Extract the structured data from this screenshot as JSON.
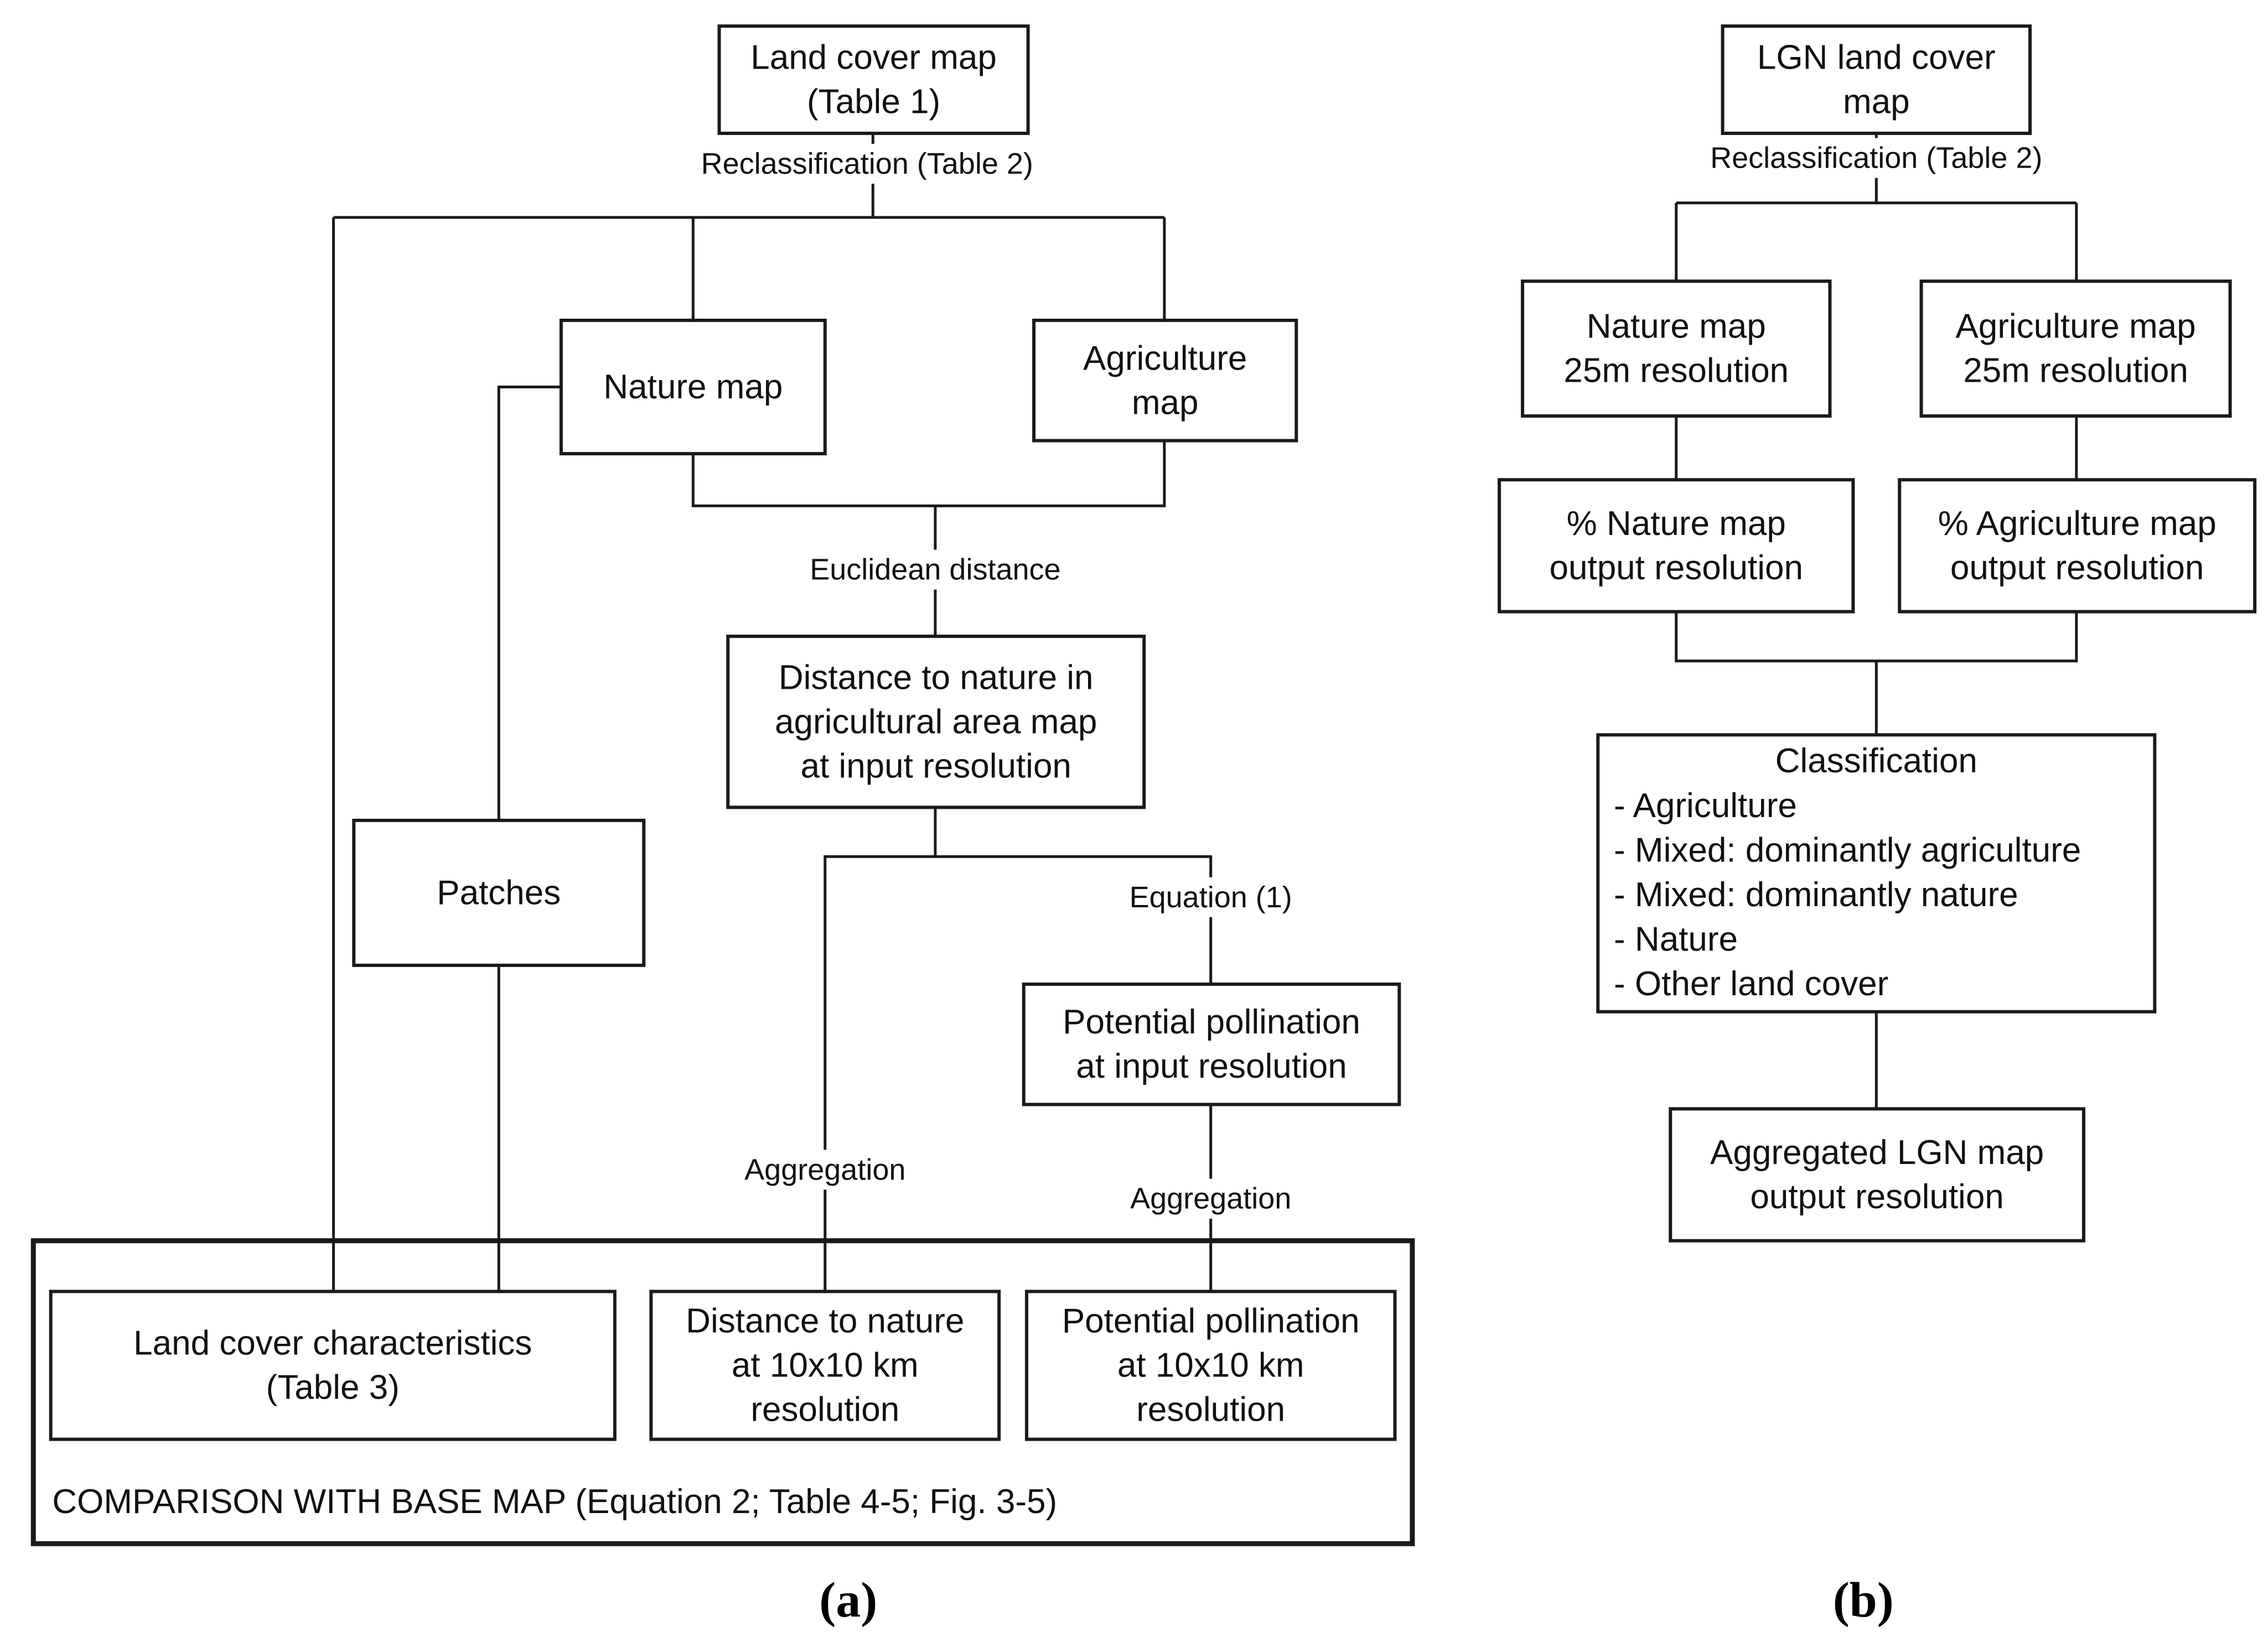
{
  "diagram_a": {
    "nodes": {
      "land_cover_map": [
        "Land cover map",
        "(Table 1)"
      ],
      "nature_map": [
        "Nature map"
      ],
      "agriculture_map": [
        "Agriculture",
        "map"
      ],
      "distance_input": [
        "Distance to nature in",
        "agricultural area map",
        "at input resolution"
      ],
      "patches": [
        "Patches"
      ],
      "potential_input": [
        "Potential pollination",
        "at input resolution"
      ],
      "land_cover_characteristics": [
        "Land cover characteristics",
        "(Table 3)"
      ],
      "distance_10km": [
        "Distance to nature",
        "at 10x10 km",
        "resolution"
      ],
      "potential_10km": [
        "Potential pollination",
        "at 10x10 km",
        "resolution"
      ]
    },
    "edge_labels": {
      "reclassification": "Reclassification (Table 2)",
      "euclidean": "Euclidean distance",
      "equation1": "Equation (1)",
      "aggregation_left": "Aggregation",
      "aggregation_right": "Aggregation"
    },
    "comparison_label": "COMPARISON WITH BASE MAP (Equation 2; Table 4-5; Fig. 3-5)",
    "caption": "(a)"
  },
  "diagram_b": {
    "nodes": {
      "lgn_map": [
        "LGN land cover",
        "map"
      ],
      "nature_25m": [
        "Nature map",
        "25m resolution"
      ],
      "agri_25m": [
        "Agriculture map",
        "25m resolution"
      ],
      "pct_nature": [
        "% Nature map",
        "output resolution"
      ],
      "pct_agri": [
        "% Agriculture map",
        "output resolution"
      ],
      "aggregated": [
        "Aggregated LGN map",
        "output resolution"
      ]
    },
    "classification": {
      "title": "Classification",
      "items": [
        "- Agriculture",
        "- Mixed: dominantly agriculture",
        "- Mixed: dominantly nature",
        "- Nature",
        "- Other land cover"
      ]
    },
    "edge_labels": {
      "reclassification": "Reclassification (Table 2)"
    },
    "caption": "(b)"
  }
}
